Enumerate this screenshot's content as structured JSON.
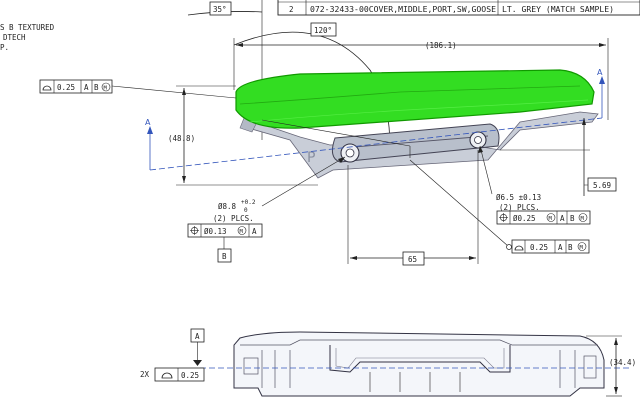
{
  "notes": {
    "line1": "S B TEXTURED",
    "line2": "DTECH",
    "line3": "P."
  },
  "parts_table": {
    "row": {
      "item": "2",
      "part_number": "072-32433-00",
      "description": "COVER,MIDDLE,PORT,SW,GOOSE",
      "finish": "LT. GREY (MATCH SAMPLE)"
    }
  },
  "dimensions": {
    "angle_35": "35°",
    "angle_120": "120°",
    "overall_length": "(186.1)",
    "height_left": "(48.8)",
    "offset_right": "5.69",
    "hole_spacing": "65",
    "side_height": "(34.4)"
  },
  "holes": {
    "left": {
      "size": "Ø8.8",
      "tol_upper": "+0.2",
      "tol_lower": "0",
      "count": "(2) PLCS."
    },
    "right": {
      "size": "Ø6.5 ±0.13",
      "count": "(2) PLCS."
    }
  },
  "feature_frames": {
    "profile_top_left": {
      "symbol": "profile-surface",
      "tolerance": "0.25",
      "datum1": "A",
      "datum2": "B",
      "modifier": "M"
    },
    "position_left_hole": {
      "symbol": "position",
      "tolerance": "Ø0.13",
      "modifier": "M",
      "datum1": "A"
    },
    "position_right_hole": {
      "symbol": "position",
      "tolerance": "Ø0.25",
      "modifier": "M",
      "datum1": "A",
      "datum2": "B"
    },
    "profile_right": {
      "symbol": "profile-surface",
      "tolerance": "0.25",
      "datum1": "A",
      "datum2": "B",
      "modifier": "M"
    },
    "profile_bottom": {
      "prefix": "2X",
      "symbol": "profile-surface",
      "tolerance": "0.25"
    }
  },
  "datums": {
    "datum_a_top": "A",
    "datum_a_right": "A",
    "datum_b": "B",
    "datum_a_section": "A"
  },
  "colors": {
    "highlight_face": "#33dd22",
    "highlight_edge": "#119900",
    "part_body": "#c9ced8",
    "centerline": "#3355bb"
  }
}
